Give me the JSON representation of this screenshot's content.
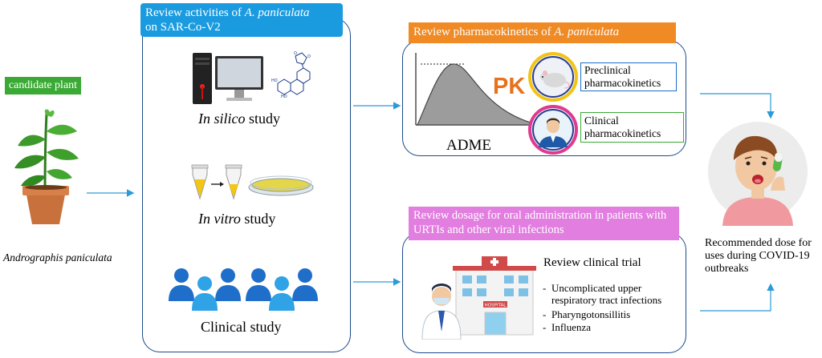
{
  "candidate": {
    "tag": "candidate plant",
    "plant_name": "Andrographis paniculata"
  },
  "review_activities": {
    "title_prefix": "Review activities of ",
    "title_species": "A. paniculata",
    "title_suffix": "on SAR-Co-V2",
    "studies": [
      {
        "italic": "In silico",
        "rest": " study"
      },
      {
        "italic": "In vitro",
        "rest": " study"
      },
      {
        "italic": "",
        "rest": "Clinical study"
      }
    ]
  },
  "pharmacokinetics": {
    "title_prefix": "Review pharmacokinetics of ",
    "title_species": "A. paniculata",
    "pk_label": "PK",
    "adme_label": "ADME",
    "preclinical": "Preclinical pharmacokinetics",
    "clinical": "Clinical pharmacokinetics"
  },
  "dosage": {
    "title": "Review dosage for oral administration in patients with URTIs and other viral infections",
    "trial_heading": "Review clinical trial",
    "trial_items": [
      "Uncomplicated upper respiratory tract infections",
      "Pharyngotonsillitis",
      "Influenza"
    ],
    "hospital_sign": "HOSPITAL"
  },
  "recommendation": {
    "text": "Recommended dose for uses during COVID-19 outbreaks"
  },
  "colors": {
    "green_tag": "#3aaa35",
    "blue_tag": "#1a9be0",
    "orange_tag": "#f08a24",
    "pink_tag": "#e27ee0",
    "panel_border": "#1a4a8a",
    "arrow": "#2a9ad8",
    "pk_text": "#e8721c"
  }
}
